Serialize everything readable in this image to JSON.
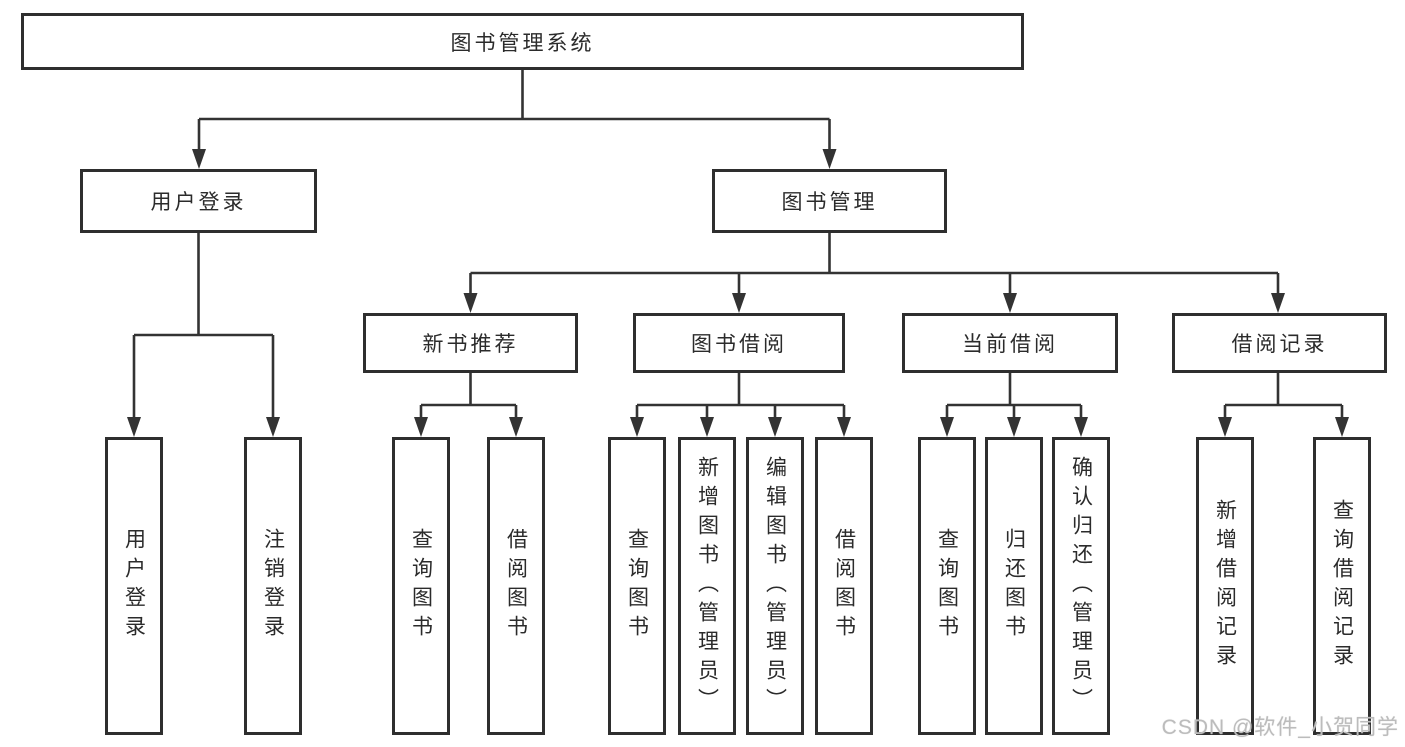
{
  "diagram": {
    "title": "图书管理系统",
    "branches": {
      "user_login": {
        "label": "用户登录"
      },
      "book_management": {
        "label": "图书管理"
      }
    },
    "modules": [
      {
        "label": "新书推荐"
      },
      {
        "label": "图书借阅"
      },
      {
        "label": "当前借阅"
      },
      {
        "label": "借阅记录"
      }
    ],
    "features": {
      "user_login": [
        "用户登录",
        "注销登录"
      ],
      "new_book": [
        "查询图书",
        "借阅图书"
      ],
      "book_borrow": [
        "查询图书",
        "新增图书（管理员）",
        "编辑图书（管理员）",
        "借阅图书"
      ],
      "current_borrow": [
        "查询图书",
        "归还图书",
        "确认归还（管理员）"
      ],
      "borrow_records": [
        "新增借阅记录",
        "查询借阅记录"
      ]
    }
  },
  "watermark": "CSDN @软件_小贺同学",
  "colors": {
    "line": "#333333",
    "node_border": "#2e2e2e",
    "text": "#2b2b2b",
    "watermark": "#bcbcbc",
    "background": "#ffffff"
  }
}
